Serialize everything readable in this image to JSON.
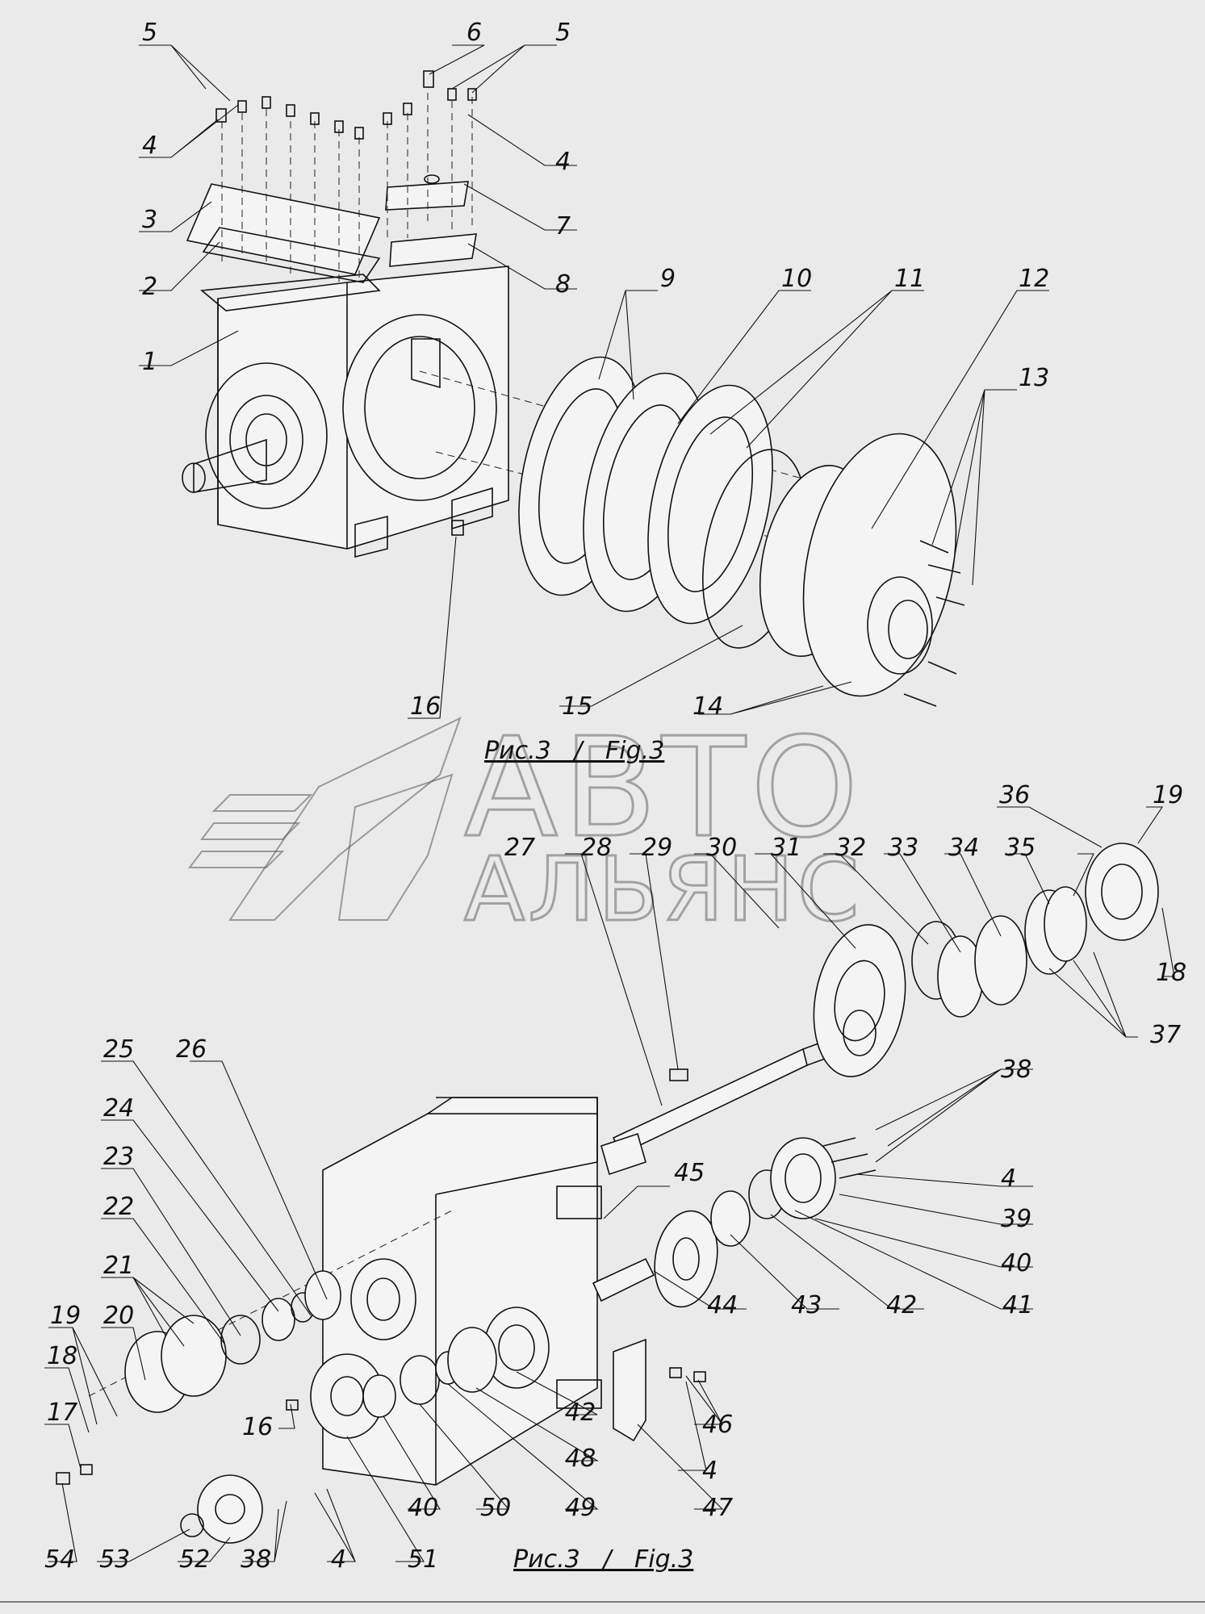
{
  "figure": {
    "caption_top": "Рис.3   /   Fig.3",
    "caption_bottom": "Рис.3   /   Fig.3"
  },
  "watermark": {
    "line1": "АВТО",
    "line2": "АЛЬЯНС"
  },
  "callouts": [
    {
      "id": "c5a",
      "label": "5"
    },
    {
      "id": "c6",
      "label": "6"
    },
    {
      "id": "c5b",
      "label": "5"
    },
    {
      "id": "c4a",
      "label": "4"
    },
    {
      "id": "c4b",
      "label": "4"
    },
    {
      "id": "c3",
      "label": "3"
    },
    {
      "id": "c7",
      "label": "7"
    },
    {
      "id": "c2",
      "label": "2"
    },
    {
      "id": "c8",
      "label": "8"
    },
    {
      "id": "c9",
      "label": "9"
    },
    {
      "id": "c10",
      "label": "10"
    },
    {
      "id": "c11",
      "label": "11"
    },
    {
      "id": "c12",
      "label": "12"
    },
    {
      "id": "c1",
      "label": "1"
    },
    {
      "id": "c13",
      "label": "13"
    },
    {
      "id": "c16a",
      "label": "16"
    },
    {
      "id": "c15",
      "label": "15"
    },
    {
      "id": "c14",
      "label": "14"
    },
    {
      "id": "c36",
      "label": "36"
    },
    {
      "id": "c19a",
      "label": "19"
    },
    {
      "id": "c27",
      "label": "27"
    },
    {
      "id": "c28",
      "label": "28"
    },
    {
      "id": "c29",
      "label": "29"
    },
    {
      "id": "c30",
      "label": "30"
    },
    {
      "id": "c31",
      "label": "31"
    },
    {
      "id": "c32",
      "label": "32"
    },
    {
      "id": "c33",
      "label": "33"
    },
    {
      "id": "c34",
      "label": "34"
    },
    {
      "id": "c35",
      "label": "35"
    },
    {
      "id": "c18a",
      "label": "18"
    },
    {
      "id": "c37",
      "label": "37"
    },
    {
      "id": "c25",
      "label": "25"
    },
    {
      "id": "c26",
      "label": "26"
    },
    {
      "id": "c38a",
      "label": "38"
    },
    {
      "id": "c24",
      "label": "24"
    },
    {
      "id": "c4c",
      "label": "4"
    },
    {
      "id": "c23",
      "label": "23"
    },
    {
      "id": "c39",
      "label": "39"
    },
    {
      "id": "c45",
      "label": "45"
    },
    {
      "id": "c22",
      "label": "22"
    },
    {
      "id": "c40a",
      "label": "40"
    },
    {
      "id": "c21",
      "label": "21"
    },
    {
      "id": "c44",
      "label": "44"
    },
    {
      "id": "c43",
      "label": "43"
    },
    {
      "id": "c42a",
      "label": "42"
    },
    {
      "id": "c41",
      "label": "41"
    },
    {
      "id": "c19b",
      "label": "19"
    },
    {
      "id": "c20",
      "label": "20"
    },
    {
      "id": "c18b",
      "label": "18"
    },
    {
      "id": "c17",
      "label": "17"
    },
    {
      "id": "c16b",
      "label": "16"
    },
    {
      "id": "c42b",
      "label": "42"
    },
    {
      "id": "c46",
      "label": "46"
    },
    {
      "id": "c48",
      "label": "48"
    },
    {
      "id": "c4d",
      "label": "4"
    },
    {
      "id": "c40b",
      "label": "40"
    },
    {
      "id": "c50",
      "label": "50"
    },
    {
      "id": "c49",
      "label": "49"
    },
    {
      "id": "c47",
      "label": "47"
    },
    {
      "id": "c54",
      "label": "54"
    },
    {
      "id": "c53",
      "label": "53"
    },
    {
      "id": "c52",
      "label": "52"
    },
    {
      "id": "c38b",
      "label": "38"
    },
    {
      "id": "c4e",
      "label": "4"
    },
    {
      "id": "c51",
      "label": "51"
    }
  ]
}
